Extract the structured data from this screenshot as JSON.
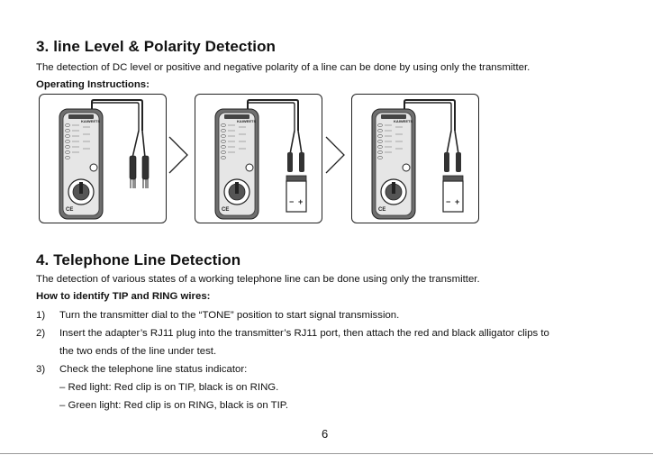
{
  "section3": {
    "heading": "3. line Level & Polarity Detection",
    "description": "The detection of DC level or positive and negative polarity of a line can be done by using only the transmitter.",
    "subheading": "Operating Instructions:"
  },
  "figure": {
    "brand": "KAIWEETS",
    "ce_mark": "CE",
    "polarity_minus": "−",
    "polarity_plus": "+"
  },
  "section4": {
    "heading": "4. Telephone Line Detection",
    "description": "The detection of various states of a working telephone line can be done using only the transmitter.",
    "subheading": "How to identify TIP and RING wires:",
    "items": [
      {
        "num": "1)",
        "text": "Turn the transmitter dial to the “TONE” position to start signal transmission."
      },
      {
        "num": "2)",
        "text": "Insert the adapter’s RJ11 plug into the transmitter’s RJ11 port, then attach the red and black alligator clips to",
        "text2": "the two ends of the line under test."
      },
      {
        "num": "3)",
        "text": "Check the telephone line status indicator:"
      }
    ],
    "bullets": [
      "– Red light: Red clip is on TIP, black is on RING.",
      "– Green light: Red clip is on RING, black is on TIP."
    ]
  },
  "page_number": "6"
}
